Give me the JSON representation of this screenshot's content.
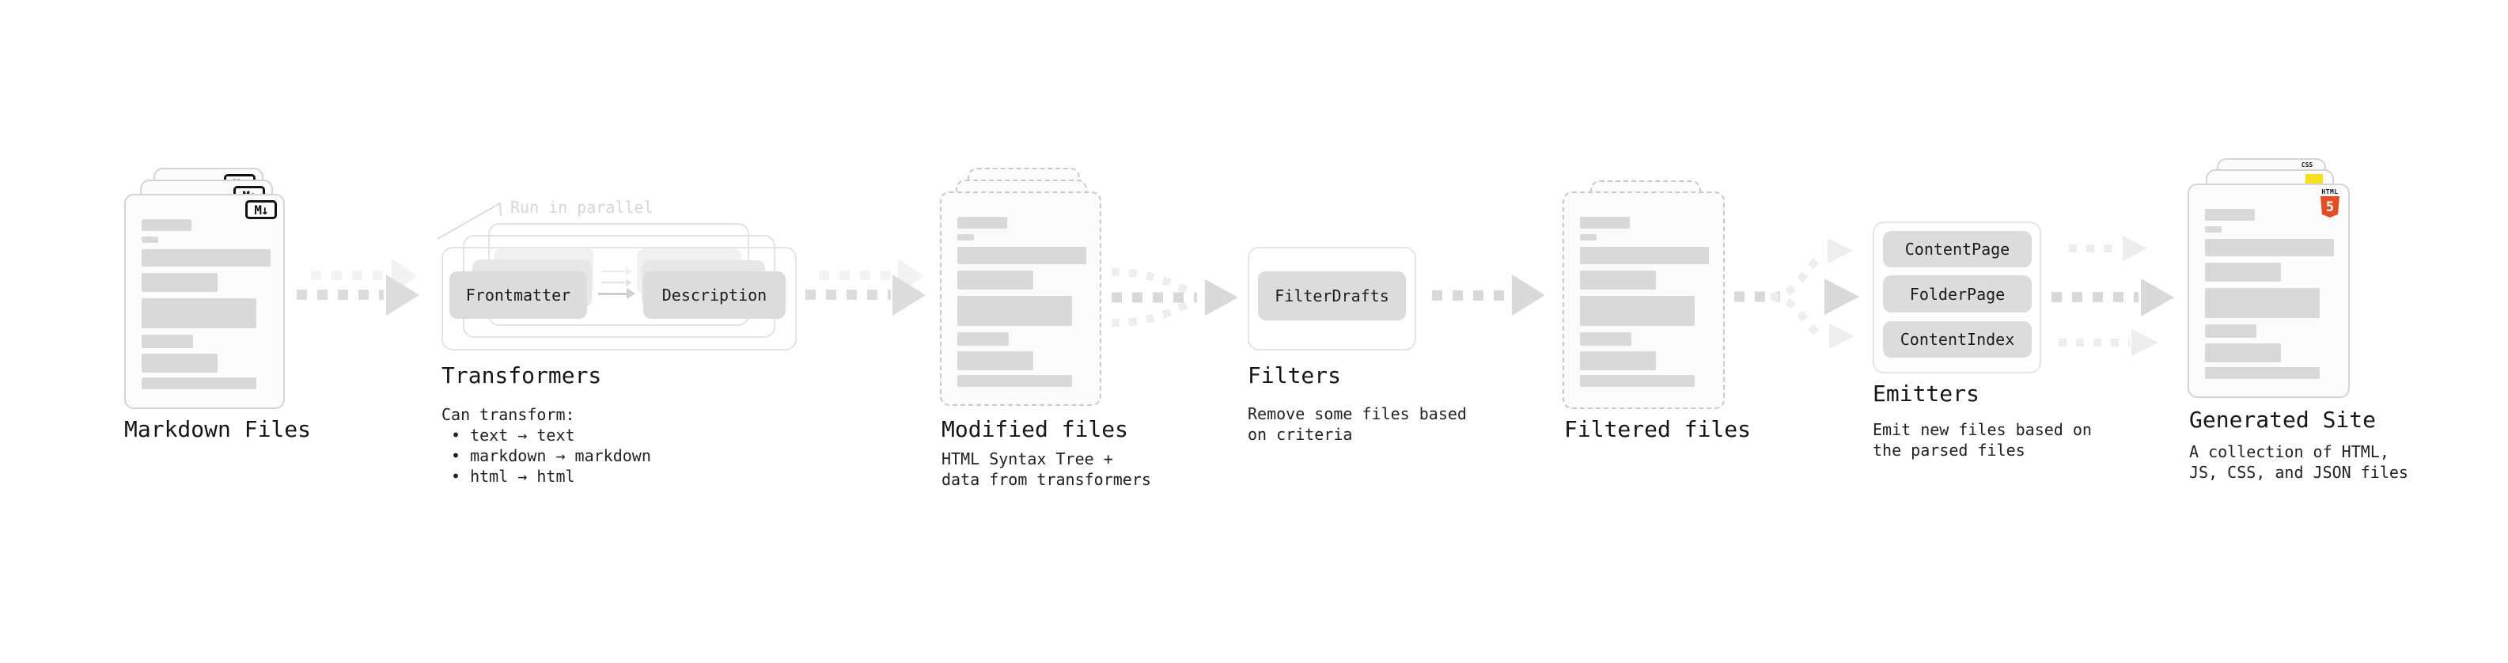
{
  "stages": {
    "markdown_files": {
      "title": "Markdown Files",
      "badge": "M↓"
    },
    "transformers": {
      "title": "Transformers",
      "callout": "Run in parallel",
      "frontmatter_label": "Frontmatter",
      "description_label": "Description",
      "note_heading": "Can transform:",
      "note_items": [
        "• text → text",
        "• markdown → markdown",
        "• html → html"
      ]
    },
    "modified_files": {
      "title": "Modified files",
      "note_lines": [
        "HTML Syntax Tree +",
        "data from transformers"
      ]
    },
    "filters": {
      "title": "Filters",
      "box_label": "FilterDrafts",
      "note_lines": [
        "Remove some files based",
        "on criteria"
      ]
    },
    "filtered_files": {
      "title": "Filtered files"
    },
    "emitters": {
      "title": "Emitters",
      "box_labels": [
        "ContentPage",
        "FolderPage",
        "ContentIndex"
      ],
      "note_lines": [
        "Emit new files based on",
        "the parsed files"
      ]
    },
    "generated_site": {
      "title": "Generated Site",
      "badge_html_label": "HTML",
      "badge_html_number": "5",
      "badge_css": "CSS",
      "note_lines": [
        "A collection of HTML,",
        "JS, CSS, and JSON files"
      ]
    }
  },
  "colors": {
    "bar": "#d9d9d9",
    "chip": "#dcdcdc",
    "html5": "#e44d26",
    "js": "#f7df1e",
    "css": "#2965f1"
  }
}
